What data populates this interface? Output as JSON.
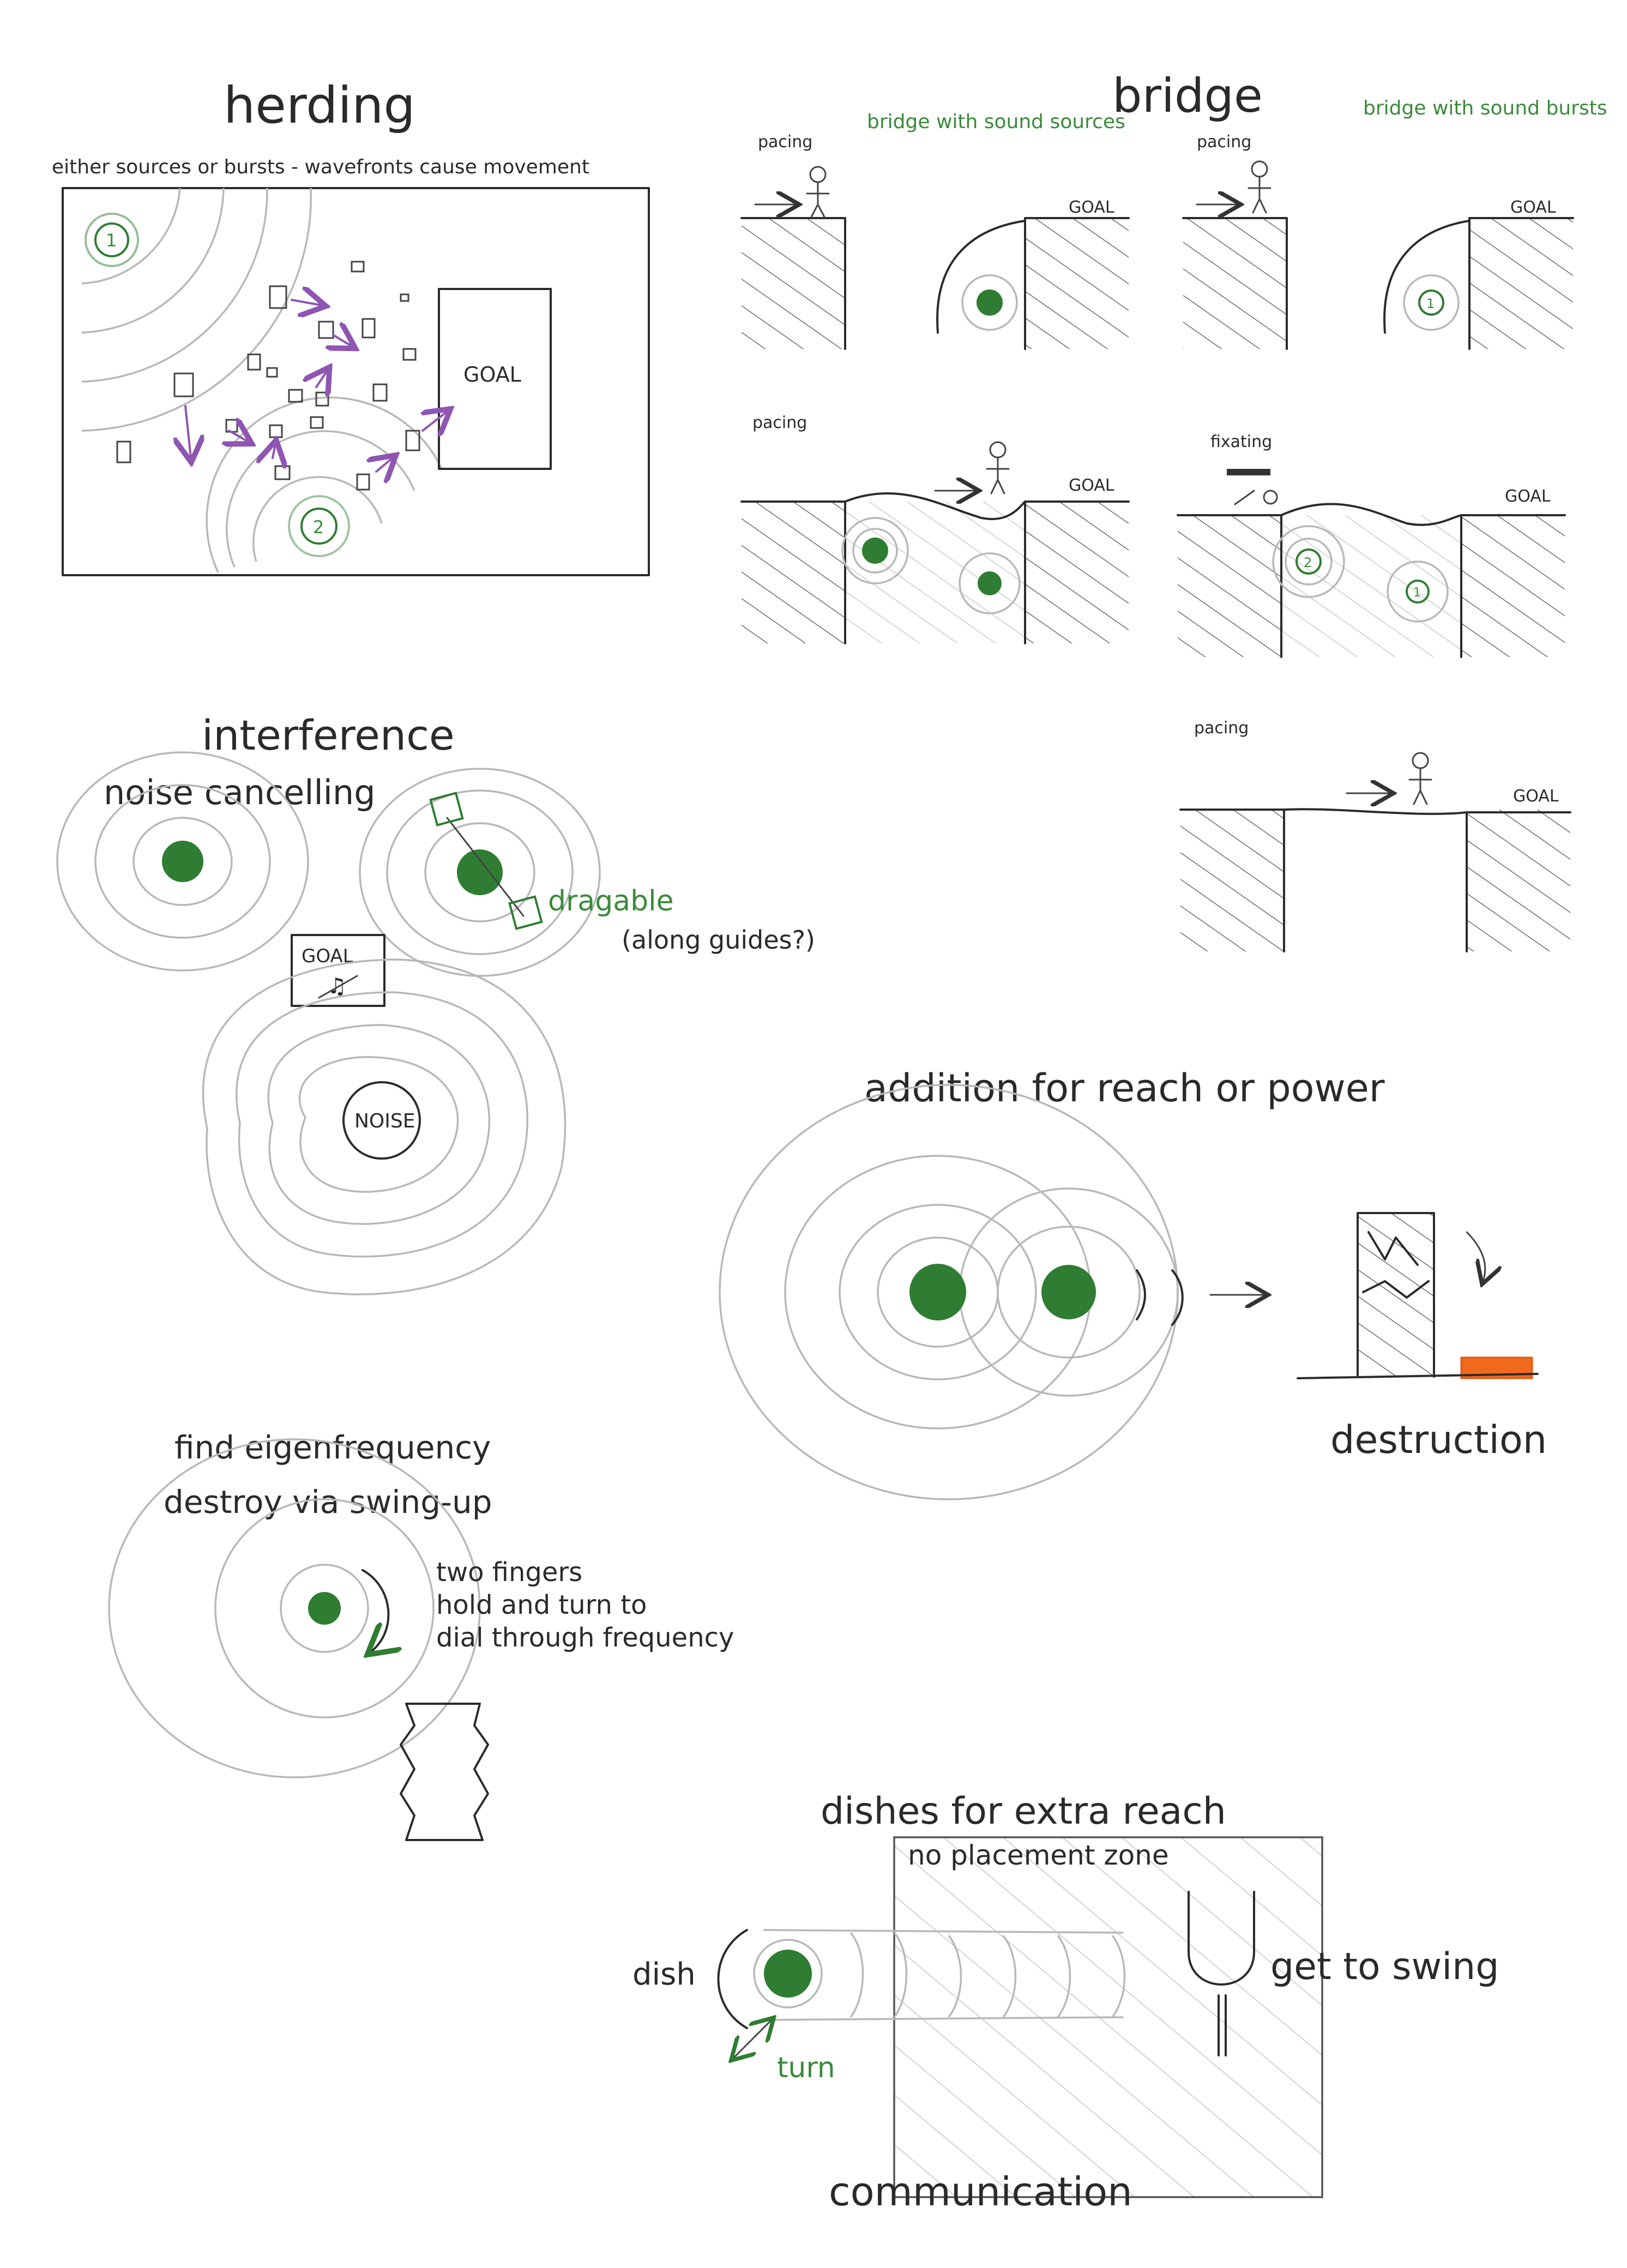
{
  "herding": {
    "title": "herding",
    "subtitle": "either sources or bursts - wavefronts cause movement",
    "goal": "GOAL",
    "source1": "1",
    "source2": "2"
  },
  "bridge": {
    "title": "bridge",
    "with_sources": "bridge with sound sources",
    "with_bursts": "bridge with sound bursts",
    "pacing": "pacing",
    "fixating": "fixating",
    "goal": "GOAL",
    "label1": "1",
    "label2": "2"
  },
  "interference": {
    "title": "interference",
    "subtitle": "noise cancelling",
    "dragable": "dragable",
    "along_guides": "(along guides?)",
    "goal": "GOAL",
    "noise": "NOISE"
  },
  "addition": {
    "title": "addition for reach or power",
    "destruction": "destruction"
  },
  "eigen": {
    "line1": "find eigenfrequency",
    "line2": "destroy via swing-up",
    "hint1": "two fingers",
    "hint2": "hold and turn to",
    "hint3": "dial through frequency"
  },
  "dishes": {
    "title": "dishes for extra reach",
    "no_placement": "no placement zone",
    "dish": "dish",
    "turn": "turn",
    "get_to_swing": "get to swing",
    "communication": "communication"
  }
}
